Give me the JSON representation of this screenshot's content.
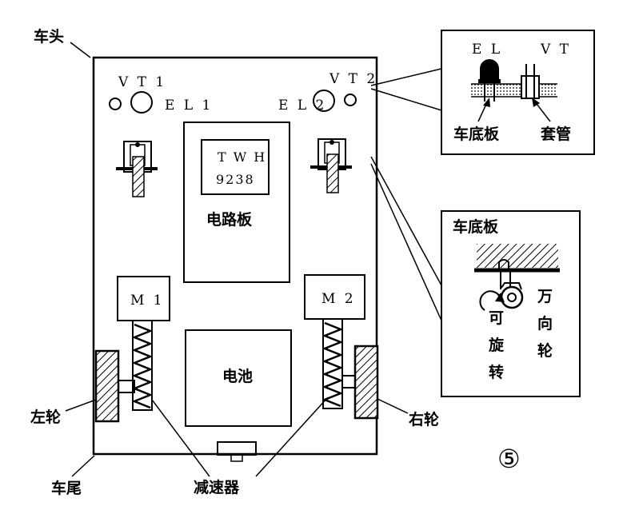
{
  "labels": {
    "front": "车头",
    "rear": "车尾",
    "left_wheel": "左轮",
    "right_wheel": "右轮",
    "reducer": "减速器",
    "vt1": "V T 1",
    "vt2": "V T 2",
    "el1": "E L 1",
    "el2": "E L 2",
    "board": "电路板",
    "chip_line1": "T W H",
    "chip_line2": "9238",
    "m1": "M 1",
    "m2": "M 2",
    "battery": "电池",
    "figure_number": "⑤"
  },
  "inset_top": {
    "el": "E L",
    "vt": "V T",
    "chassis": "车底板",
    "sleeve": "套管"
  },
  "inset_bottom": {
    "chassis": "车底板",
    "rotatable": [
      "可",
      "旋",
      "转"
    ],
    "universal_wheel": [
      "万",
      "向",
      "轮"
    ]
  }
}
